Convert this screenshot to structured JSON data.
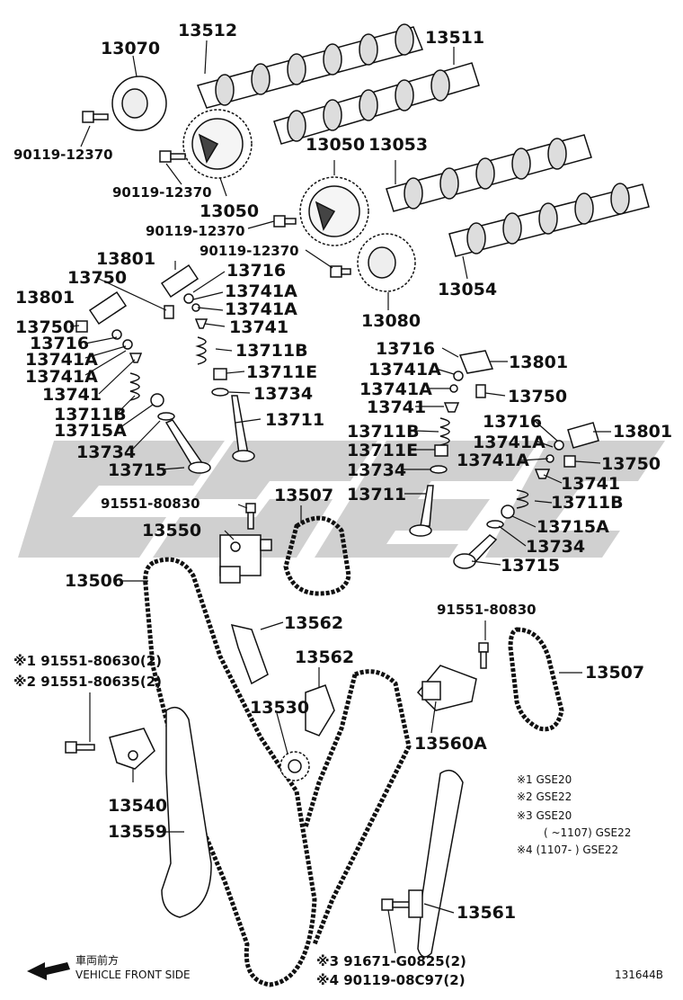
{
  "watermark": {
    "color": "#c8c8c8"
  },
  "parts": {
    "p13070": "13070",
    "p13512": "13512",
    "p13511": "13511",
    "p90119_12370_a": "90119-12370",
    "p90119_12370_b": "90119-12370",
    "p13050_a": "13050",
    "p13050_b": "13050",
    "p13053": "13053",
    "p90119_12370_c": "90119-12370",
    "p90119_12370_d": "90119-12370",
    "p13054": "13054",
    "p13080": "13080",
    "p13801_a": "13801",
    "p13750_a": "13750",
    "p13716_a": "13716",
    "p13741A_a": "13741A",
    "p13741A_b": "13741A",
    "p13741_a": "13741",
    "p13801_b": "13801",
    "p13750_b": "13750",
    "p13716_b": "13716",
    "p13741A_c": "13741A",
    "p13741A_d": "13741A",
    "p13741_b": "13741",
    "p13711B_a": "13711B",
    "p13711E_a": "13711E",
    "p13734_a": "13734",
    "p13711_a": "13711",
    "p13711B_b": "13711B",
    "p13715A_a": "13715A",
    "p13734_b": "13734",
    "p13715_a": "13715",
    "p13716_c": "13716",
    "p13801_c": "13801",
    "p13741A_e": "13741A",
    "p13741A_f": "13741A",
    "p13750_c": "13750",
    "p13741_c": "13741",
    "p13716_d": "13716",
    "p13711B_c": "13711B",
    "p13801_d": "13801",
    "p13741A_g": "13741A",
    "p13711E_b": "13711E",
    "p13741A_h": "13741A",
    "p13750_d": "13750",
    "p13734_c": "13734",
    "p13741_d": "13741",
    "p13711_b": "13711",
    "p13711B_d": "13711B",
    "p13715A_b": "13715A",
    "p13734_d": "13734",
    "p13715_b": "13715",
    "p91551_80830_a": "91551-80830",
    "p13507_a": "13507",
    "p13550": "13550",
    "p13506": "13506",
    "p13562_a": "13562",
    "p13562_b": "13562",
    "p91551_80830_b": "91551-80830",
    "p13507_b": "13507",
    "p13530": "13530",
    "p13560A": "13560A",
    "p13540": "13540",
    "p13559": "13559",
    "p13561": "13561",
    "p91551_80630": "※1 91551-80630(2)",
    "p91551_80635": "※2 91551-80635(2)",
    "p91671_G0825": "※3 91671-G0825(2)",
    "p90119_08C97": "※4 90119-08C97(2)"
  },
  "notes": {
    "n1": "※1 GSE20",
    "n2": "※2 GSE22",
    "n3": "※3 GSE20",
    "n3b": "(    ~1107) GSE22",
    "n4": "※4 (1107-    ) GSE22"
  },
  "front": {
    "jp": "車両前方",
    "en": "VEHICLE FRONT SIDE"
  },
  "figure_ref": "131644B"
}
